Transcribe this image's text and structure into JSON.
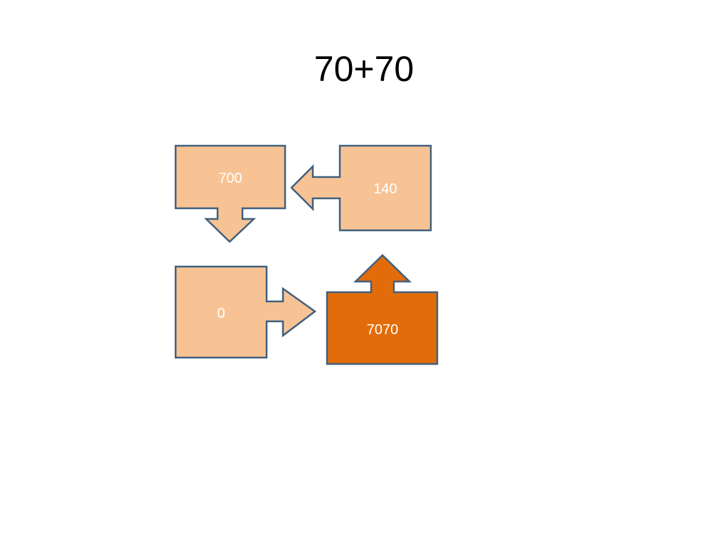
{
  "slide": {
    "title": "70+70"
  },
  "diagram": {
    "boxes": [
      {
        "id": "box-700",
        "label": "700",
        "arrow_direction": "down",
        "fill": "#f8c394"
      },
      {
        "id": "box-140",
        "label": "140",
        "arrow_direction": "left",
        "fill": "#f8c394"
      },
      {
        "id": "box-0",
        "label": "0",
        "arrow_direction": "right",
        "fill": "#f8c394"
      },
      {
        "id": "box-7070",
        "label": "7070",
        "arrow_direction": "up",
        "fill": "#e36c0a"
      }
    ],
    "colors": {
      "light_fill": "#f8c394",
      "highlight_fill": "#e36c0a",
      "outline": "#41607f",
      "label_text": "#ffffff"
    }
  }
}
